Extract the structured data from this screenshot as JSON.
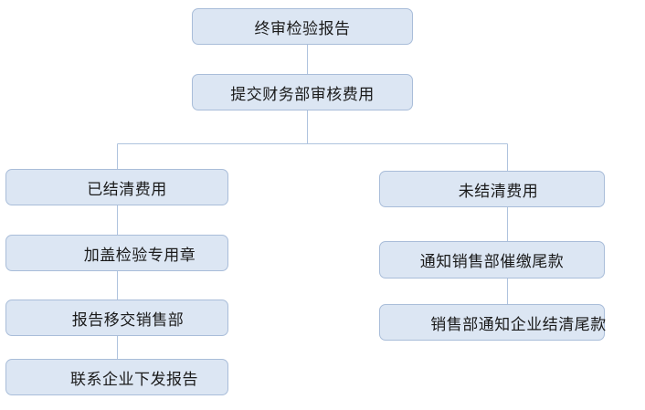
{
  "diagram": {
    "type": "flowchart",
    "direction": "top-down",
    "nodes": {
      "final_report": "终审检验报告",
      "submit_finance": "提交财务部审核费用",
      "settled": "已结清费用",
      "stamp_seal": "加盖检验专用章",
      "transfer_sales": "报告移交销售部",
      "contact_enterprise": "联系企业下发报告",
      "unsettled": "未结清费用",
      "notify_sales": "通知销售部催缴尾款",
      "sales_notify_enterprise": "销售部通知企业结清尾款"
    },
    "edges": [
      [
        "final_report",
        "submit_finance"
      ],
      [
        "submit_finance",
        "settled"
      ],
      [
        "submit_finance",
        "unsettled"
      ],
      [
        "settled",
        "stamp_seal"
      ],
      [
        "stamp_seal",
        "transfer_sales"
      ],
      [
        "transfer_sales",
        "contact_enterprise"
      ],
      [
        "unsettled",
        "notify_sales"
      ],
      [
        "notify_sales",
        "sales_notify_enterprise"
      ]
    ],
    "colors": {
      "background": "#ffffff",
      "node_fill": "#dce6f3",
      "node_border": "#a9bdd9",
      "connector": "#afc3de",
      "text": "#1a1a1a"
    }
  }
}
